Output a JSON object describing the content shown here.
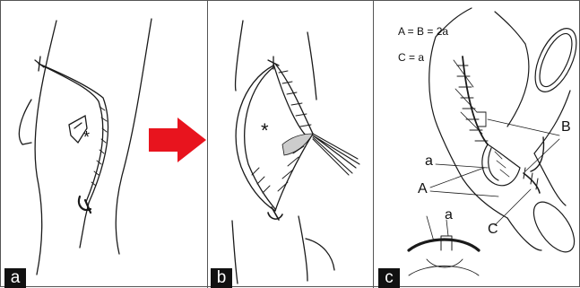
{
  "panels": {
    "a": {
      "label": "a"
    },
    "b": {
      "label": "b"
    },
    "c": {
      "label": "c",
      "equation_1": "A = B = 2a",
      "equation_2": "C = a",
      "labels": {
        "B": "B",
        "a_upper": "a",
        "A": "A",
        "C": "C",
        "a_inset": "a"
      }
    }
  },
  "colors": {
    "arrow": "#e8141e",
    "line": "#1a1a1a",
    "label_bg": "#111111",
    "label_text": "#ffffff"
  },
  "icons": {
    "arrow": "right-arrow-icon",
    "asterisk_a": "asterisk",
    "asterisk_b": "asterisk"
  }
}
